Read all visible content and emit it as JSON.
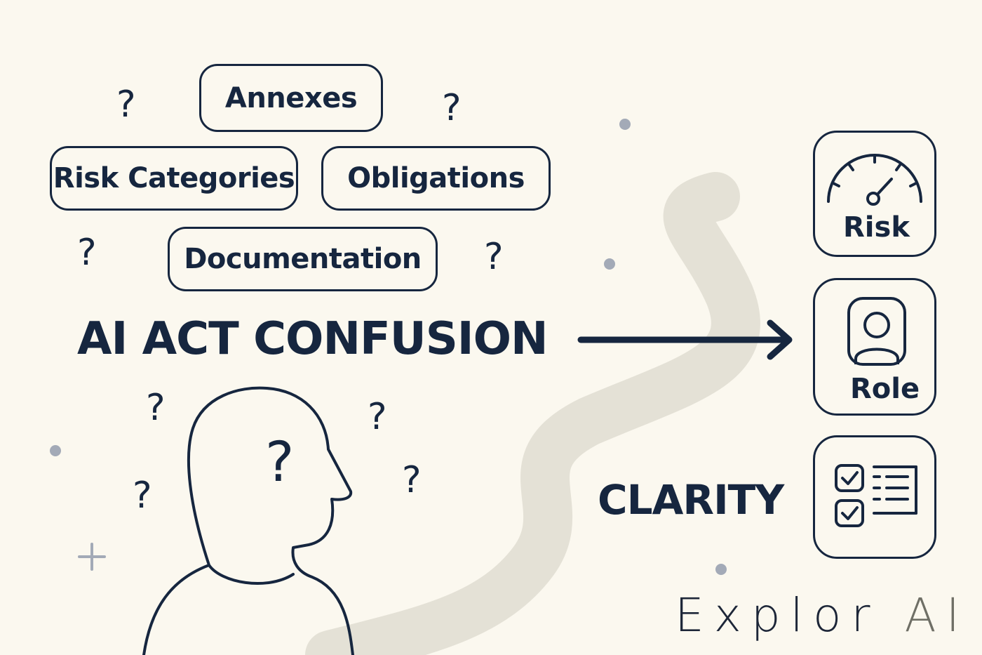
{
  "tags": {
    "annexes": "Annexes",
    "risk_categories": "Risk Categories",
    "obligations": "Obligations",
    "documentation": "Documentation"
  },
  "question_mark": "?",
  "headline": "AI ACT CONFUSION",
  "clarity": "CLARITY",
  "tiles": {
    "risk": {
      "label": "Risk",
      "icon": "gauge-icon"
    },
    "role": {
      "label": "Role",
      "icon": "user-badge-icon"
    },
    "checklist": {
      "icon": "checklist-icon"
    }
  },
  "brand": {
    "main": "Explor",
    "accent": "AI"
  },
  "colors": {
    "background": "#fbf8ef",
    "ink": "#16263f",
    "path": "#e4e1d6",
    "dot": "#a3aab7",
    "brand_accent": "#6f6f66"
  }
}
